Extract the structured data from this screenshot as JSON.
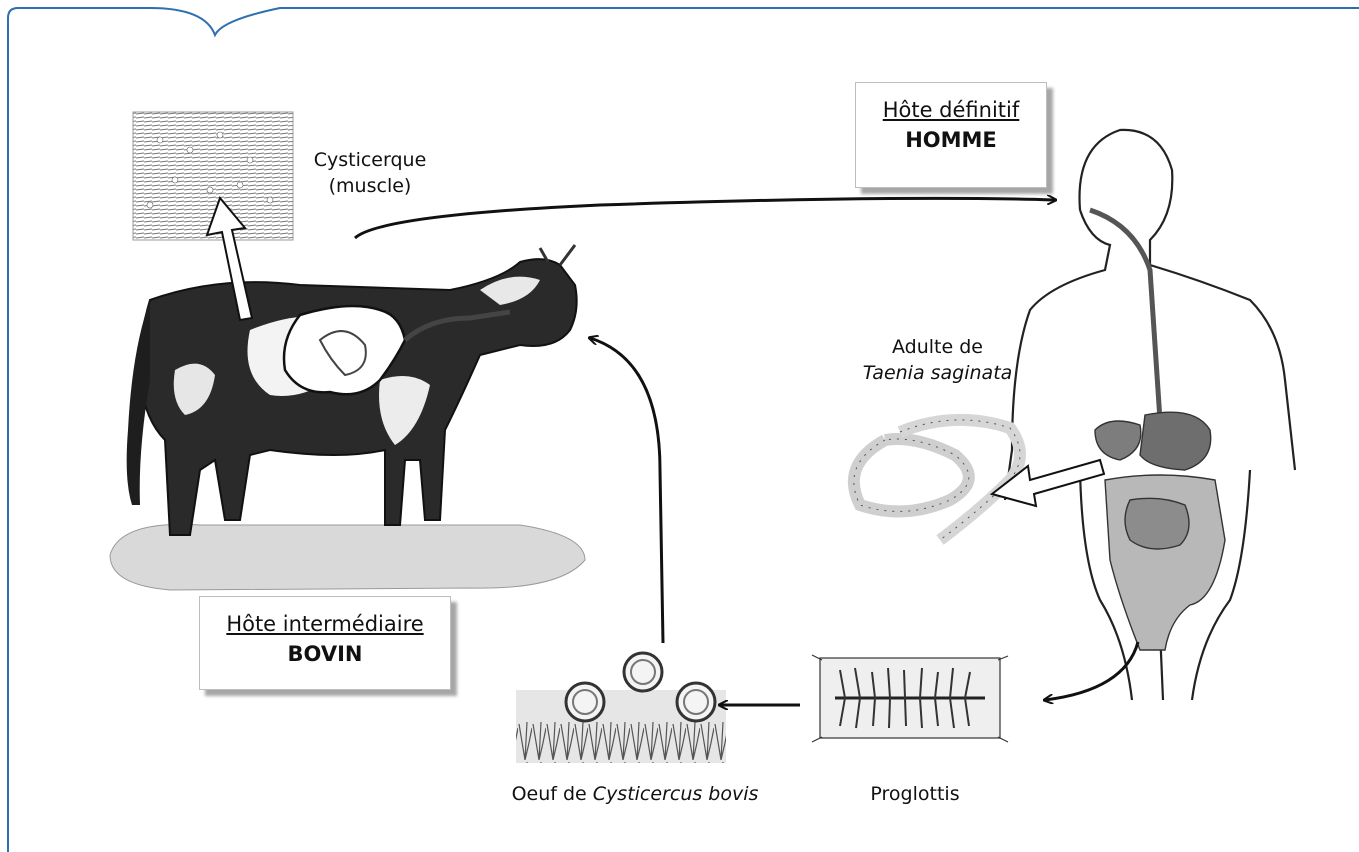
{
  "host_intermediate": {
    "title": "Hôte intermédiaire",
    "name": "BOVIN"
  },
  "host_definitive": {
    "title": "Hôte définitif",
    "name": "HOMME"
  },
  "labels": {
    "cysticerque_line1": "Cysticerque",
    "cysticerque_line2": "(muscle)",
    "adult_line1": "Adulte de",
    "adult_species": "Taenia saginata",
    "egg_prefix": "Oeuf de ",
    "egg_species": "Cysticercus bovis",
    "proglottis": "Proglottis"
  },
  "colors": {
    "frame": "#2f6fb0",
    "arrow": "#111111",
    "gut": "#7a7a7a"
  }
}
